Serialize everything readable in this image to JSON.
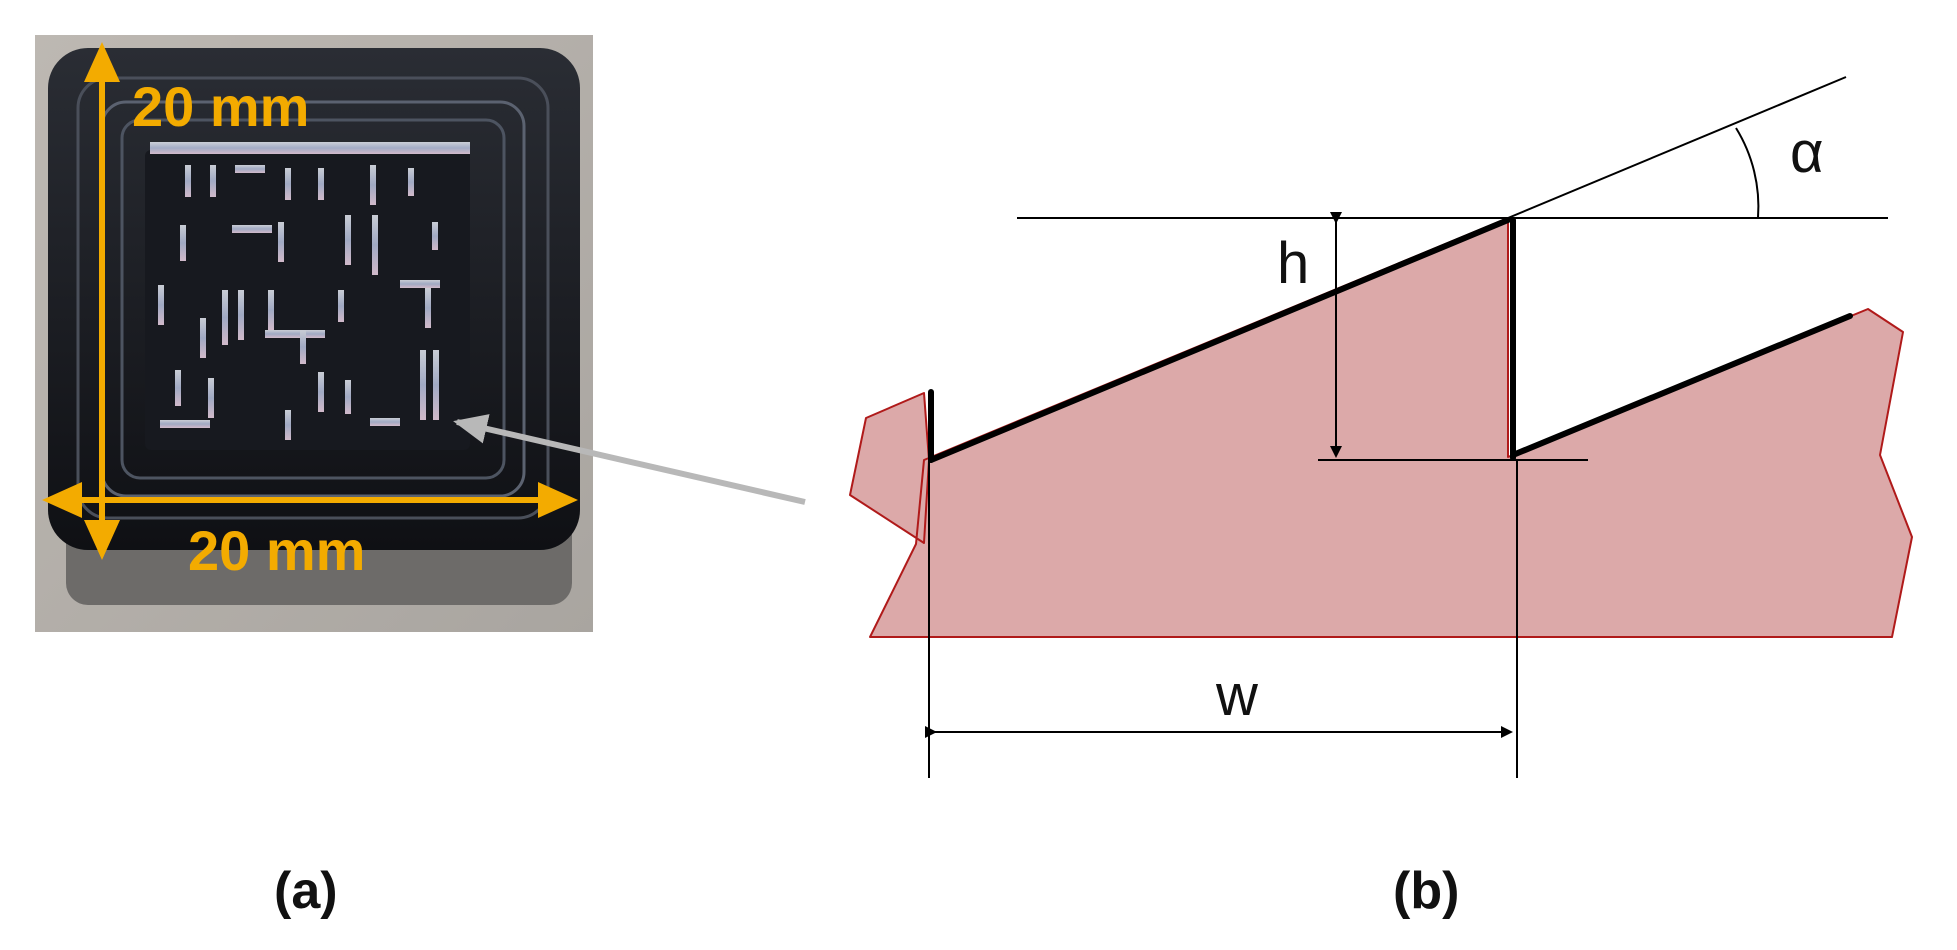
{
  "panel_a": {
    "label": "(a)",
    "dim_vertical": "20 mm",
    "dim_horizontal": "20 mm",
    "colors": {
      "dimension": "#f3ab00",
      "pointer_arrow": "#b8b8b8",
      "part": "#15171c"
    }
  },
  "panel_b": {
    "label": "(b)",
    "symbol_alpha": "α",
    "symbol_h": "h",
    "symbol_w": "w",
    "colors": {
      "material_fill": "#dca9a9",
      "material_outline": "#b01a1a",
      "lines": "#000000"
    }
  }
}
